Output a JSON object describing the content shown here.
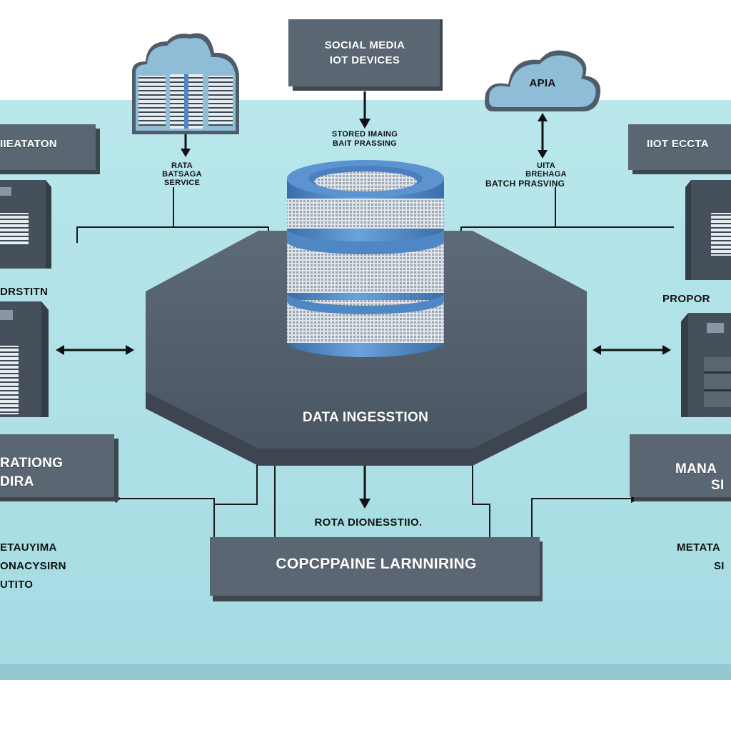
{
  "colors": {
    "platform": "#a9dfe6",
    "platform_edge": "#93c9d0",
    "box": "#55606b",
    "box_dark": "#3e4750",
    "cylinder": "#4f86c4",
    "cloud": "#8fbcd6"
  },
  "top_box": {
    "line1": "SOCIAL MEDIA",
    "line2": "IOT DEVICES"
  },
  "cloud_right": {
    "label": "APIA"
  },
  "center_caption": {
    "line1": "STORED  IMAING",
    "line2": "BAIT PRASSING"
  },
  "storage_caption": {
    "line1": "RATA",
    "line2": "BATSAGA",
    "line3": "SERVICE"
  },
  "right_caption": {
    "line1": "UITA",
    "line2": "BREHAGA",
    "line3": "BATCH PRASVING"
  },
  "hub": {
    "label": "DATA INGESSTION"
  },
  "left_top_box": {
    "label": "IIEATATON"
  },
  "right_top_box": {
    "label": "IIOT ECCTA"
  },
  "left_mid_label": "DRSTITN",
  "right_mid_label": "PROPOR",
  "left_bottom_box": {
    "line1": "RATIONG",
    "line2": "DIRA"
  },
  "right_bottom_box": {
    "line1": "MANA",
    "line2": "SI"
  },
  "left_bottom_caption": {
    "line1": "ETAUYIMA",
    "line2": "ONACYSIRN",
    "line3": "UTITO"
  },
  "right_bottom_caption": {
    "line1": "METATA",
    "line2": "SI"
  },
  "hub_caption": "ROTA DIONESSTIIO.",
  "bottom_box": {
    "label": "COPCPPAINE LARNNIRING"
  },
  "icons": [
    "cloud-storage-icon",
    "cloud-icon",
    "database-cylinder-icon",
    "server-icon"
  ]
}
